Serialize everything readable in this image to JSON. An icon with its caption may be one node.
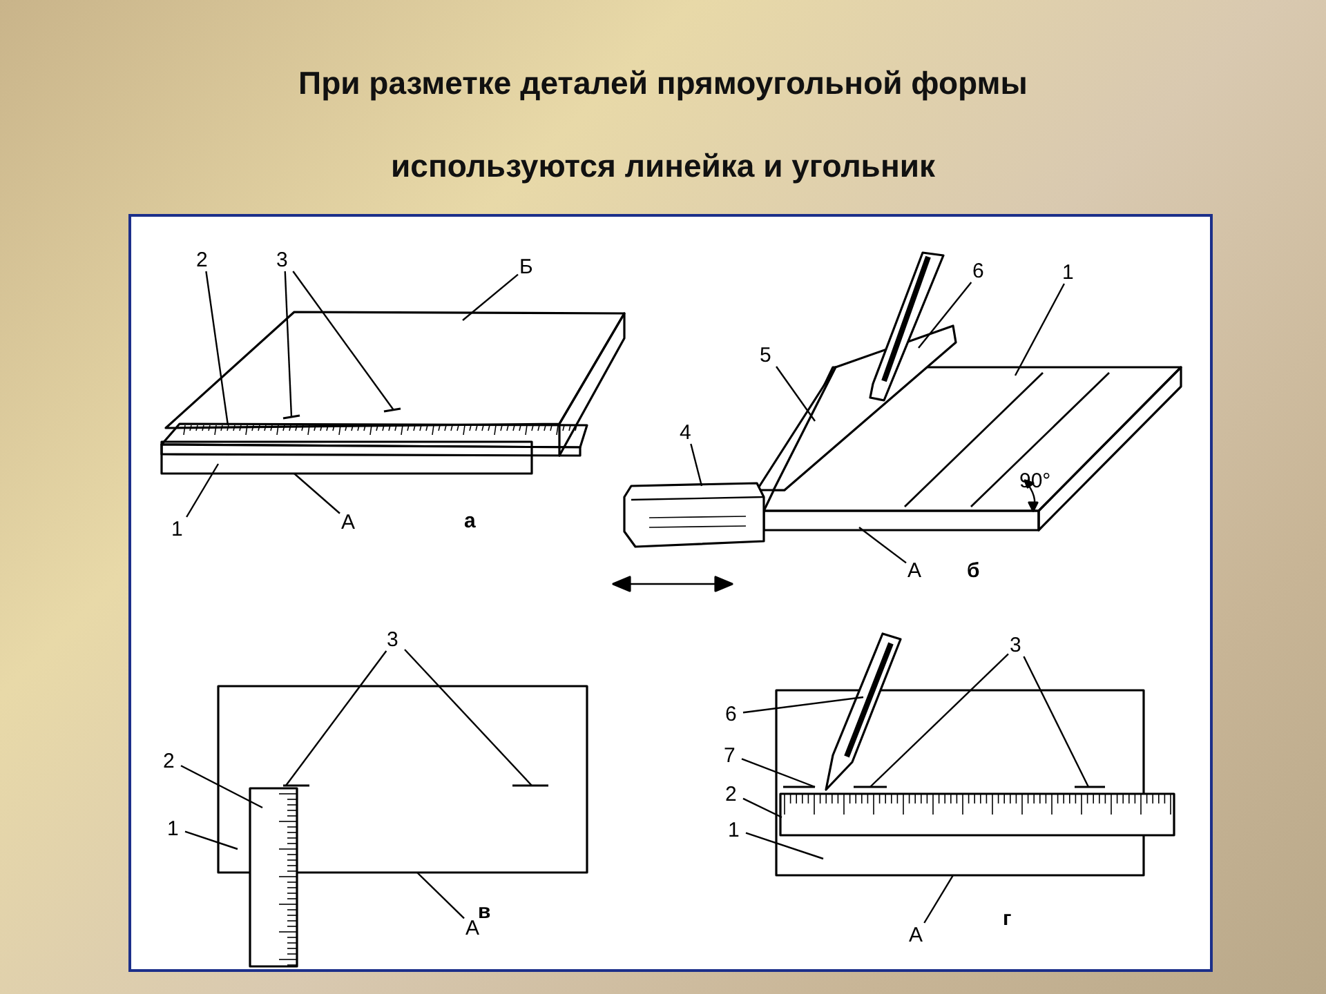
{
  "diagram": {
    "title": "При разметке деталей прямоугольной формы используются линейка и угольник",
    "nodes": [
      {
        "text": [
          "2"
        ]
      },
      {
        "text": [
          "3"
        ]
      },
      {
        "text": [
          "Б"
        ]
      },
      {
        "text": [
          "1"
        ]
      },
      {
        "text": [
          "А"
        ]
      },
      {
        "text": [
          "6"
        ]
      },
      {
        "text": [
          "1"
        ]
      },
      {
        "text": [
          "5"
        ]
      },
      {
        "text": [
          "4"
        ]
      },
      {
        "text": [
          "А"
        ]
      },
      {
        "text": [
          "3"
        ]
      },
      {
        "text": [
          "2"
        ]
      },
      {
        "text": [
          "1"
        ]
      },
      {
        "text": [
          "А"
        ]
      },
      {
        "text": [
          "6"
        ]
      },
      {
        "text": [
          "7"
        ]
      },
      {
        "text": [
          "3"
        ]
      },
      {
        "text": [
          "2"
        ]
      },
      {
        "text": [
          "1"
        ]
      },
      {
        "text": [
          "А"
        ]
      },
      {
        "text": [],
        "shape": "picture"
      },
      {
        "text": [],
        "shape": "picture"
      },
      {
        "text": [],
        "shape": "picture",
        "in": 21
      },
      {
        "text": [],
        "shape": "picture",
        "in": 21
      },
      {
        "text": [],
        "shape": "picture"
      },
      {
        "text": [],
        "shape": "picture"
      },
      {
        "text": [],
        "shape": "picture"
      },
      {
        "text": [],
        "shape": "picture"
      },
      {
        "text": [],
        "shape": "box"
      },
      {
        "text": [],
        "shape": "picture"
      },
      {
        "text": [],
        "shape": "picture",
        "in": 28
      },
      {
        "text": [],
        "shape": "picture",
        "in": 28
      },
      {
        "text": [],
        "shape": "box"
      },
      {
        "text": [],
        "shape": "picture"
      },
      {
        "text": [],
        "shape": "picture"
      },
      {
        "text": [],
        "shape": "picture",
        "in": 32
      },
      {
        "text": [],
        "shape": "picture",
        "in": 32
      },
      {
        "text": [],
        "shape": "picture",
        "in": 32
      }
    ],
    "edges": [
      {
        "from": 0,
        "to": 20,
        "arrow": "none"
      },
      {
        "from": 1,
        "to": 22,
        "arrow": "none"
      },
      {
        "from": 1,
        "to": 23,
        "arrow": "none"
      },
      {
        "from": 2,
        "to": 21,
        "arrow": "none"
      },
      {
        "from": 3,
        "to": 21,
        "arrow": "none"
      },
      {
        "from": 4,
        "to": 21,
        "arrow": "none"
      },
      {
        "from": 5,
        "to": 27,
        "arrow": "none"
      },
      {
        "from": 6,
        "to": 24,
        "arrow": "none"
      },
      {
        "from": 7,
        "to": 25,
        "arrow": "none"
      },
      {
        "from": 8,
        "to": 26,
        "arrow": "none"
      },
      {
        "from": 9,
        "to": 24,
        "arrow": "none"
      },
      {
        "from": 10,
        "to": 30,
        "arrow": "none"
      },
      {
        "from": 10,
        "to": 31,
        "arrow": "none"
      },
      {
        "from": 11,
        "to": 29,
        "arrow": "none"
      },
      {
        "from": 12,
        "to": 28,
        "arrow": "none"
      },
      {
        "from": 13,
        "to": 28,
        "arrow": "none"
      },
      {
        "from": 14,
        "to": 34,
        "arrow": "none"
      },
      {
        "from": 15,
        "to": 35,
        "arrow": "none"
      },
      {
        "from": 16,
        "to": 36,
        "arrow": "none"
      },
      {
        "from": 16,
        "to": 37,
        "arrow": "none"
      },
      {
        "from": 17,
        "to": 33,
        "arrow": "none"
      },
      {
        "from": 18,
        "to": 32,
        "arrow": "none"
      },
      {
        "from": 19,
        "to": 32,
        "arrow": "none"
      }
    ],
    "labels": [
      "а",
      "90°",
      "б",
      "в",
      "г"
    ]
  }
}
